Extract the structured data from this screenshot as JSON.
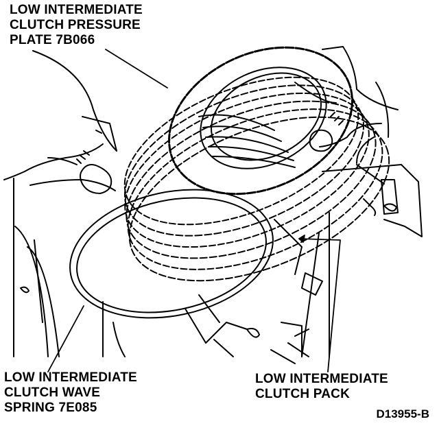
{
  "labels": {
    "pressure_plate": {
      "line1": "LOW INTERMEDIATE",
      "line2": "CLUTCH PRESSURE",
      "line3": "PLATE 7B066"
    },
    "wave_spring": {
      "line1": "LOW INTERMEDIATE",
      "line2": "CLUTCH WAVE",
      "line3": "SPRING 7E085"
    },
    "clutch_pack": {
      "line1": "LOW INTERMEDIATE",
      "line2": "CLUTCH PACK"
    }
  },
  "figure_id": "D13955-B",
  "colors": {
    "ink": "#000000",
    "paper": "#ffffff"
  }
}
